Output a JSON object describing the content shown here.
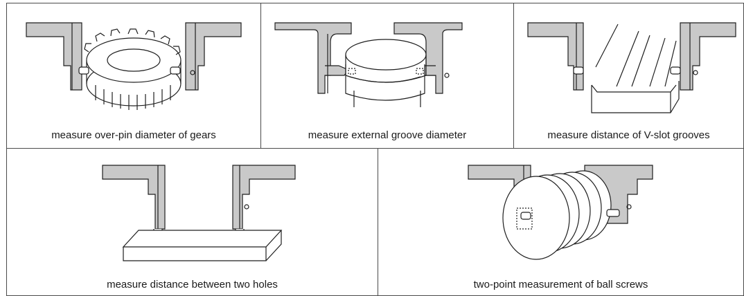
{
  "panels": [
    {
      "caption": "measure over-pin diameter of gears",
      "icon": "gear-over-pin-illustration"
    },
    {
      "caption": "measure external groove diameter",
      "icon": "external-groove-illustration"
    },
    {
      "caption": "measure distance of V-slot grooves",
      "icon": "v-slot-groove-illustration"
    },
    {
      "caption": "measure distance between two holes",
      "icon": "two-holes-illustration"
    },
    {
      "caption": "two-point measurement of ball screws",
      "icon": "ball-screw-illustration"
    }
  ],
  "colors": {
    "jaw_fill": "#c9c9c9",
    "line": "#1e1e1e",
    "border": "#4a4a4a",
    "workpiece_fill": "#ffffff"
  }
}
